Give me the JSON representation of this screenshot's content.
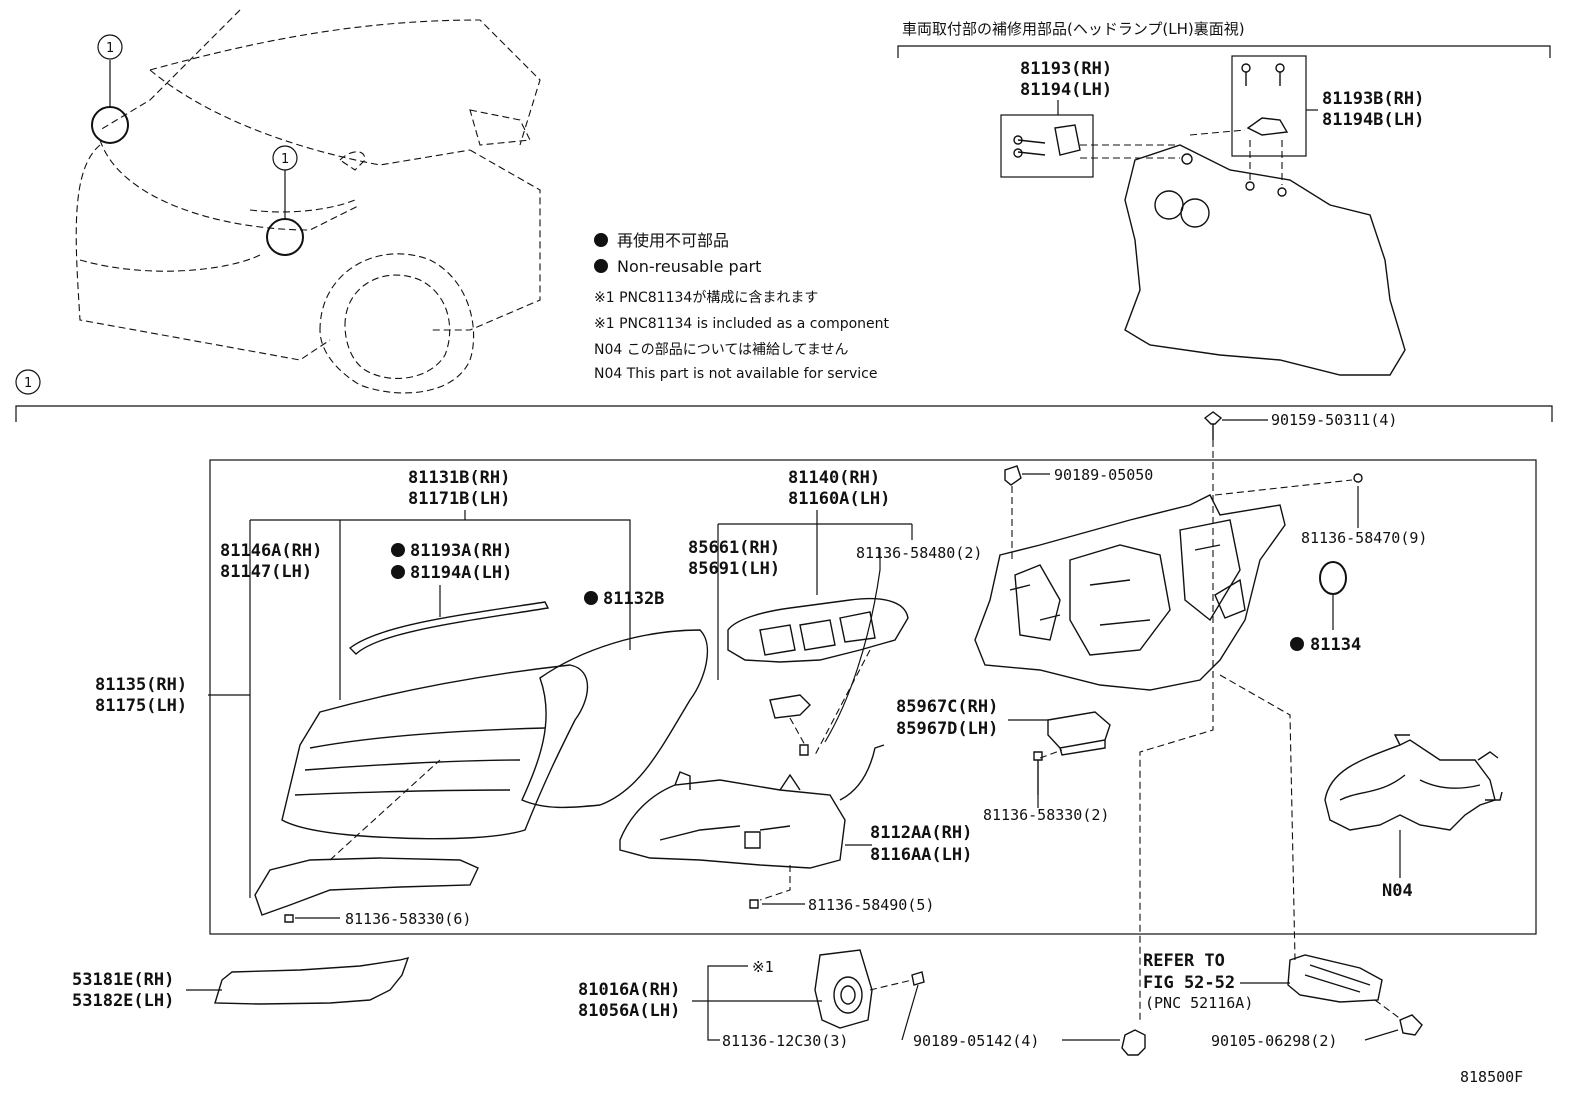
{
  "header": {
    "body_mount_repair": "車両取付部の補修用部品(ヘッドランプ(LH)裏面視)"
  },
  "legend": {
    "non_reusable_ja": "再使用不可部品",
    "non_reusable_en": "Non-reusable part",
    "note1_ja": "※1 PNC81134が構成に含まれます",
    "note1_en": "※1 PNC81134 is included as a component",
    "n04_ja": "N04  この部品については補給してません",
    "n04_en": "N04  This part is not available for service"
  },
  "callouts": {
    "circle_1": "1",
    "note_marker": "※1",
    "n04": "N04"
  },
  "parts": {
    "p81193_rh": "81193(RH)",
    "p81194_lh": "81194(LH)",
    "p81193b_rh": "81193B(RH)",
    "p81194b_lh": "81194B(LH)",
    "p90159": "90159-50311(4)",
    "p90189_05050": "90189-05050",
    "p81131b_rh": "81131B(RH)",
    "p81171b_lh": "81171B(LH)",
    "p81140_rh": "81140(RH)",
    "p81160a_lh": "81160A(LH)",
    "p81136_58470": "81136-58470(9)",
    "p81146a_rh": "81146A(RH)",
    "p81147_lh": "81147(LH)",
    "p81193a_rh": "81193A(RH)",
    "p81194a_lh": "81194A(LH)",
    "p85661_rh": "85661(RH)",
    "p85691_lh": "85691(LH)",
    "p81136_58480": "81136-58480(2)",
    "p81132b": "81132B",
    "p81134": "81134",
    "p81135_rh": "81135(RH)",
    "p81175_lh": "81175(LH)",
    "p85967c_rh": "85967C(RH)",
    "p85967d_lh": "85967D(LH)",
    "p81136_58330_2": "81136-58330(2)",
    "p8112aa_rh": "8112AA(RH)",
    "p8116aa_lh": "8116AA(LH)",
    "p81136_58330_6": "81136-58330(6)",
    "p81136_58490": "81136-58490(5)",
    "p53181e_rh": "53181E(RH)",
    "p53182e_lh": "53182E(LH)",
    "p81016a_rh": "81016A(RH)",
    "p81056a_lh": "81056A(LH)",
    "p81136_12c30": "81136-12C30(3)",
    "p90189_05142": "90189-05142(4)",
    "refer_to": "REFER TO",
    "fig_ref": "FIG 52-52",
    "pnc_ref": "(PNC 52116A)",
    "p90105": "90105-06298(2)",
    "diagram_id": "818500F"
  },
  "colors": {
    "ink": "#111111",
    "background": "#ffffff"
  }
}
